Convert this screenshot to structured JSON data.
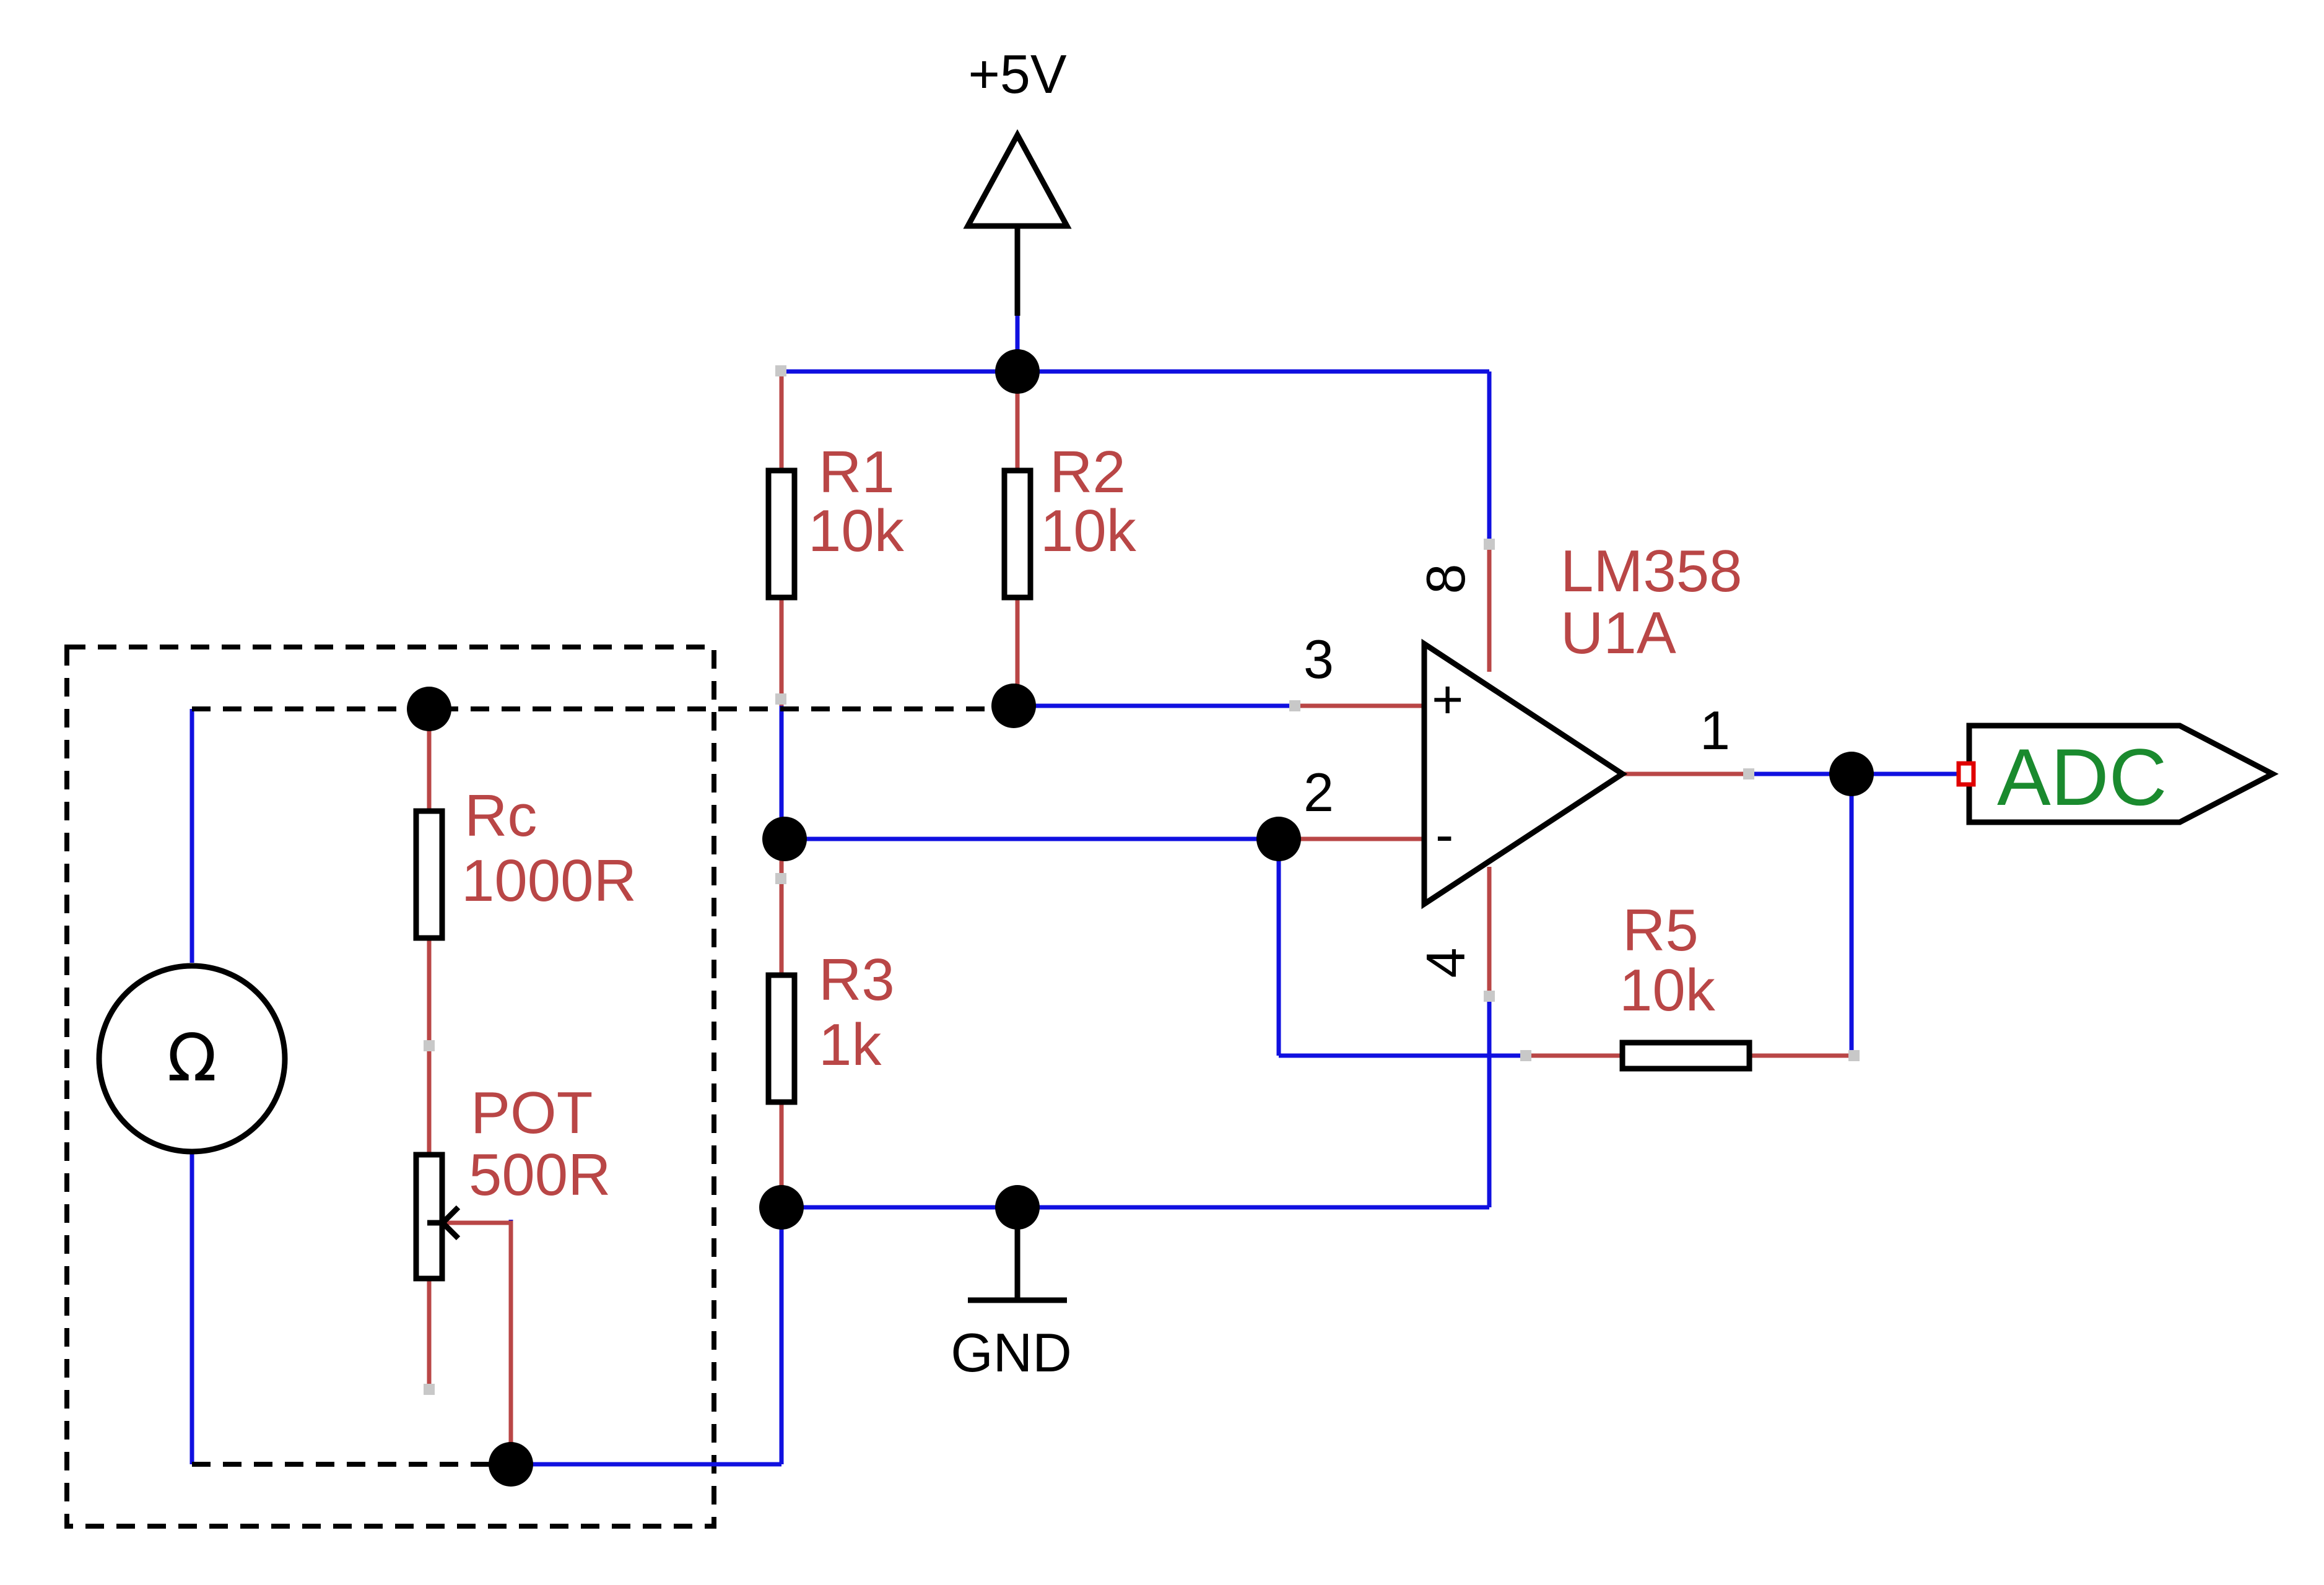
{
  "power": {
    "vcc_label": "+5V",
    "gnd_label": "GND"
  },
  "components": {
    "r1": {
      "ref": "R1",
      "value": "10k"
    },
    "r2": {
      "ref": "R2",
      "value": "10k"
    },
    "r3": {
      "ref": "R3",
      "value": "1k"
    },
    "r5": {
      "ref": "R5",
      "value": "10k"
    },
    "rc": {
      "ref": "Rc",
      "value": "1000R"
    },
    "pot": {
      "ref": "POT",
      "value": "500R"
    },
    "opamp": {
      "part": "LM358",
      "ref": "U1A",
      "plus": "+",
      "minus": "-"
    },
    "meter": {
      "symbol": "Ω"
    }
  },
  "pins": {
    "pin8": "8",
    "pin3": "3",
    "pin2": "2",
    "pin4": "4",
    "pin1": "1"
  },
  "port": {
    "label": "ADC"
  },
  "colors": {
    "wire": "#1010e0",
    "component": "#b94646",
    "port_text": "#1a8a2e"
  }
}
